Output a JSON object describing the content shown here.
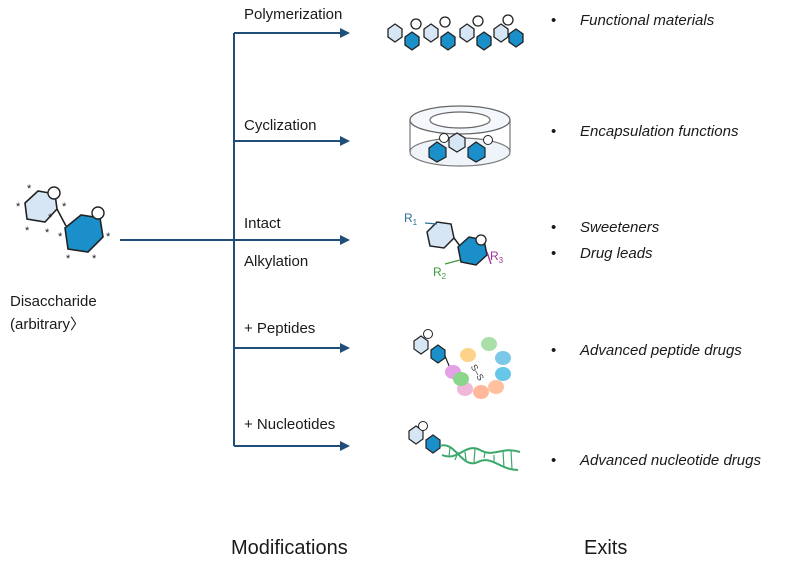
{
  "source": {
    "label_line1": "Disaccharide",
    "label_line2": "(arbitrary〉"
  },
  "modifications": [
    {
      "label": "Polymerization"
    },
    {
      "label": "Cyclization"
    },
    {
      "label": "Intact"
    },
    {
      "label": "Alkylation"
    },
    {
      "label": "+ Peptides"
    },
    {
      "label": "+ Nucleotides"
    }
  ],
  "exits": [
    {
      "label": "Functional materials"
    },
    {
      "label": "Encapsulation functions"
    },
    {
      "label": "Sweeteners"
    },
    {
      "label": "Drug leads"
    },
    {
      "label": "Advanced peptide drugs"
    },
    {
      "label": "Advanced nucleotide drugs"
    }
  ],
  "bullet_char": "•",
  "alkyl_labels": {
    "r1": "R",
    "r1_sub": "1",
    "r2": "R",
    "r2_sub": "2",
    "r3": "R",
    "r3_sub": "3"
  },
  "disulfide_label": "S–S",
  "footer": {
    "left": "Modifications",
    "right": "Exits"
  },
  "colors": {
    "arrow": "#1f4e79",
    "dark_ring": "#1a8fc9",
    "light_ring": "#d6e6f5",
    "r1": "#2a6f97",
    "r2": "#3a9a3a",
    "r3": "#a0329a",
    "helix": "#3aa86a"
  }
}
